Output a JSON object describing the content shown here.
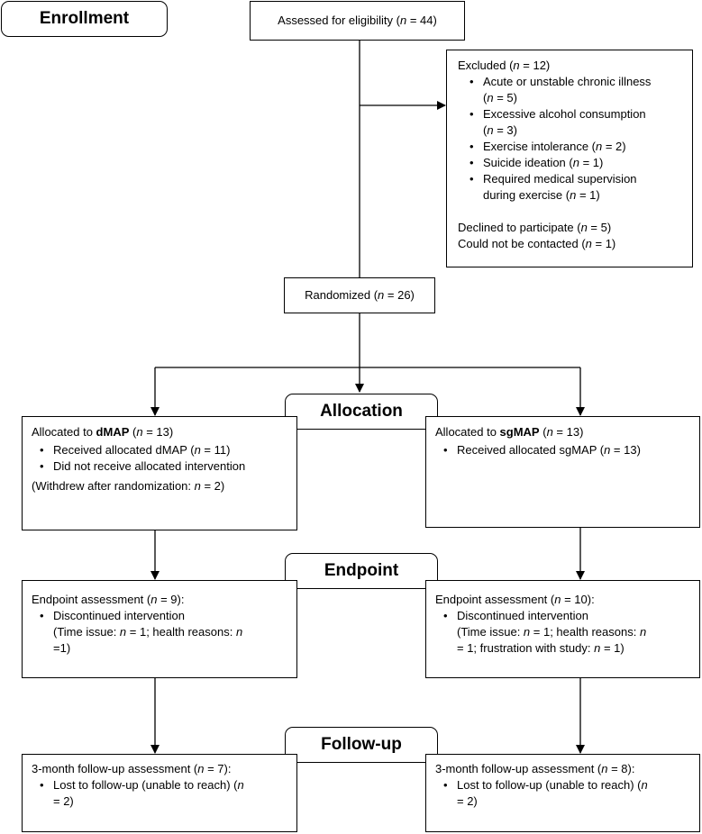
{
  "stages": {
    "enrollment": "Enrollment",
    "allocation": "Allocation",
    "endpoint": "Endpoint",
    "followup": "Follow-up"
  },
  "assessed": {
    "pre": "Assessed for eligibility (",
    "n": "n",
    "post": " = 44)"
  },
  "excluded": {
    "title_pre": "Excluded (",
    "title_n": "n",
    "title_post": " = 12)",
    "items": [
      {
        "l1": "Acute or unstable chronic illness",
        "l2_pre": "(",
        "l2_n": "n",
        "l2_post": " = 5)"
      },
      {
        "l1": "Excessive alcohol consumption",
        "l2_pre": "(",
        "l2_n": "n",
        "l2_post": " = 3)"
      },
      {
        "pre": "Exercise intolerance (",
        "n": "n",
        "post": " = 2)"
      },
      {
        "pre": "Suicide ideation (",
        "n": "n",
        "post": " = 1)"
      },
      {
        "l1": "Required medical supervision",
        "l2_pre": "during exercise (",
        "l2_n": "n",
        "l2_post": " = 1)"
      }
    ],
    "declined": {
      "pre": "Declined to participate (",
      "n": "n",
      "post": " = 5)"
    },
    "contacted": {
      "pre": "Could not be contacted (",
      "n": "n",
      "post": " = 1)"
    }
  },
  "randomized": {
    "pre": "Randomized (",
    "n": "n",
    "post": " = 26)"
  },
  "alloc_left": {
    "title_pre": "Allocated to ",
    "title_bold": "dMAP",
    "title_mid": " (",
    "title_n": "n",
    "title_post": " = 13)",
    "item1": {
      "pre": "Received allocated dMAP (",
      "n": "n",
      "post": " = 11)"
    },
    "item2": {
      "l1": "Did not receive allocated intervention",
      "l2_pre": "(Withdrew after randomization: ",
      "l2_n": "n",
      "l2_post": " = 2)"
    }
  },
  "alloc_right": {
    "title_pre": "Allocated to ",
    "title_bold": "sgMAP",
    "title_mid": " (",
    "title_n": "n",
    "title_post": " = 13)",
    "item1": {
      "pre": "Received allocated sgMAP (",
      "n": "n",
      "post": " = 13)"
    }
  },
  "end_left": {
    "title_pre": "Endpoint assessment (",
    "title_n": "n",
    "title_post": " = 9):",
    "l1": "Discontinued intervention",
    "l2_pre": "(Time issue: ",
    "l2_n1": "n",
    "l2_mid": " = 1; health reasons: ",
    "l2_n2": "n",
    "l3": "=1)"
  },
  "end_right": {
    "title_pre": "Endpoint assessment (",
    "title_n": "n",
    "title_post": " = 10):",
    "l1": "Discontinued intervention",
    "l2_pre": "(Time issue: ",
    "l2_n1": "n",
    "l2_mid": " = 1; health reasons: ",
    "l2_n2": "n",
    "l3_pre": "= 1; frustration with study: ",
    "l3_n": "n",
    "l3_post": " = 1)"
  },
  "fu_left": {
    "title_pre": "3-month follow-up assessment (",
    "title_n": "n",
    "title_post": " = 7):",
    "l1_pre": "Lost to follow-up (unable to reach) (",
    "l1_n": "n",
    "l2": "= 2)"
  },
  "fu_right": {
    "title_pre": "3-month follow-up assessment (",
    "title_n": "n",
    "title_post": " = 8):",
    "l1_pre": "Lost to follow-up (unable to reach) (",
    "l1_n": "n",
    "l2": "= 2)"
  }
}
